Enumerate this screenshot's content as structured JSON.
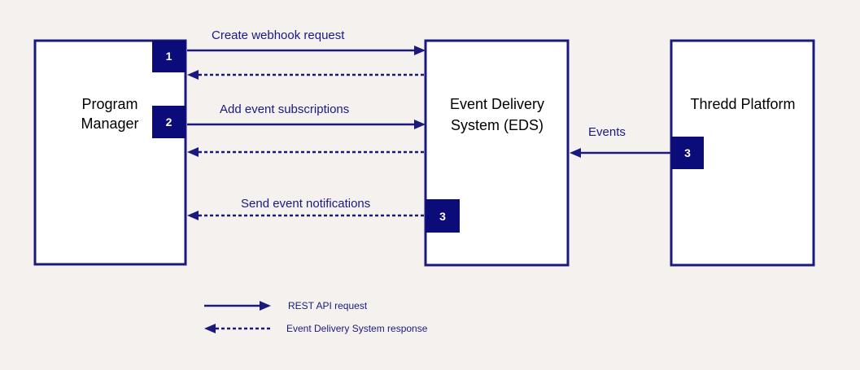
{
  "boxes": {
    "program_manager": {
      "line1": "Program",
      "line2": "Manager"
    },
    "eds": {
      "line1": "Event Delivery",
      "line2": "System (EDS)"
    },
    "thredd": {
      "title": "Thredd Platform"
    }
  },
  "badges": {
    "pm_step1": "1",
    "pm_step2": "2",
    "eds_step3": "3",
    "thredd_step3": "3"
  },
  "arrows": {
    "create_webhook": "Create webhook request",
    "add_subscriptions": "Add event subscriptions",
    "send_notifications": "Send event notifications",
    "events": "Events"
  },
  "legend": {
    "solid": "REST API  request",
    "dashed": "Event Delivery System response"
  },
  "colors": {
    "accent": "#1a1a7e",
    "badge": "#0b0b7a",
    "background": "#f5f1ef"
  }
}
